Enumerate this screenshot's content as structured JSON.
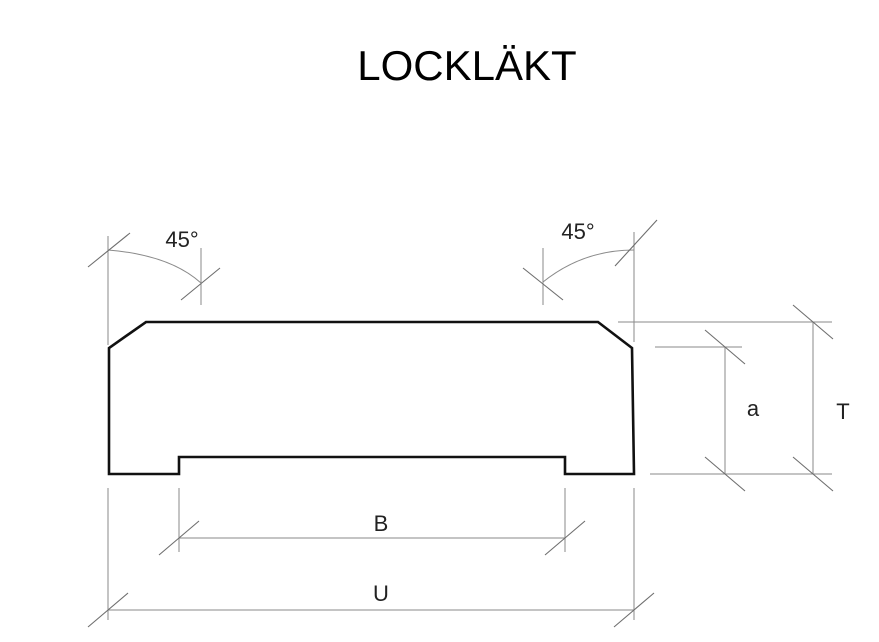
{
  "title": "LOCKLÄKT",
  "labels": {
    "angle_left": "45°",
    "angle_right": "45°",
    "dim_a": "a",
    "dim_T": "T",
    "dim_B": "B",
    "dim_U": "U"
  },
  "colors": {
    "profile_stroke": "#111111",
    "dimension_lines": "#8a8a8a",
    "text": "#000000"
  }
}
